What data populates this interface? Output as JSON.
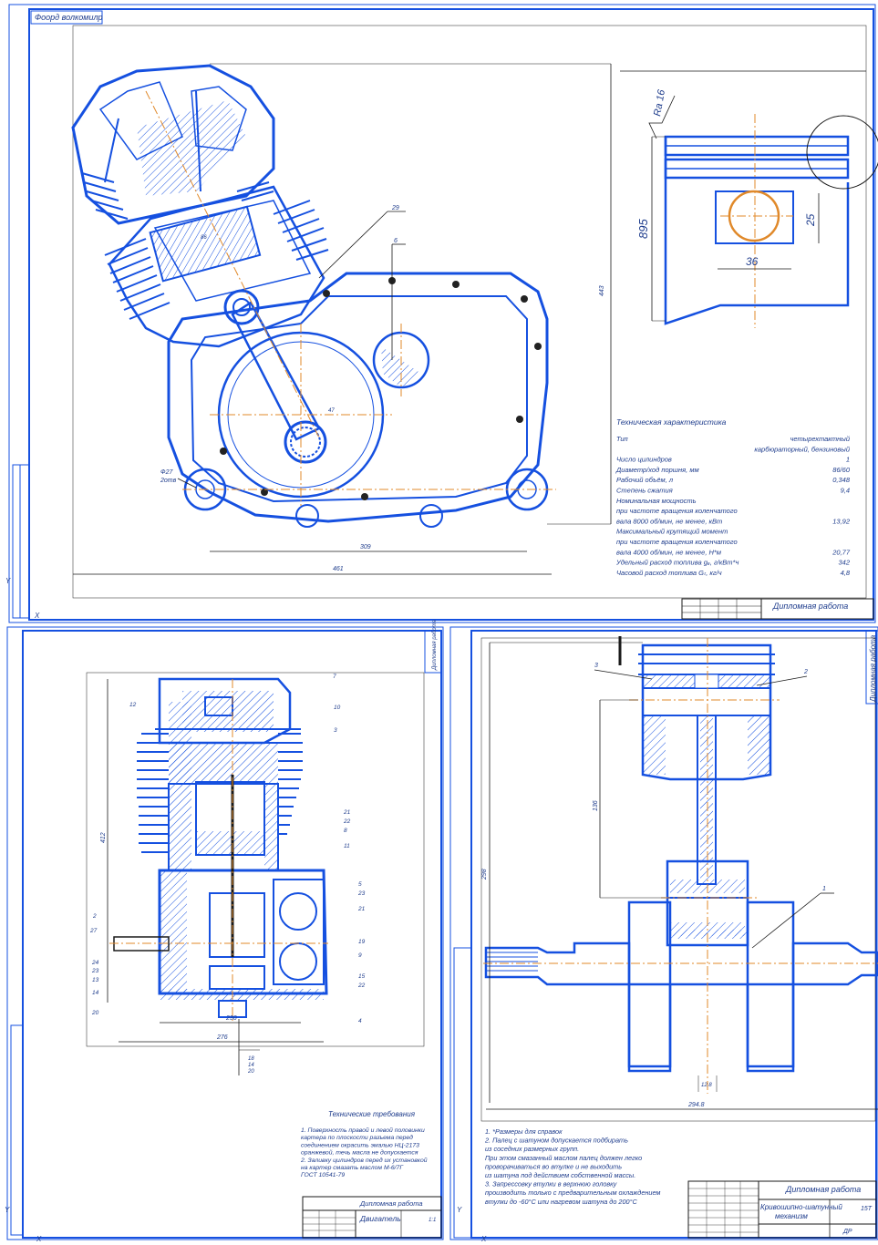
{
  "sheet1": {
    "stamp": "Фоорд волкомилр",
    "roughness": "Ra 16",
    "dimensions": {
      "height": "895",
      "pin_diameter": "25",
      "pin_width": "36",
      "width_lower": "309",
      "width_total": "461",
      "height_right": "443",
      "hole_callout_a": "Ф27",
      "hole_callout_b": "2отв",
      "callout_29": "29",
      "callout_6": "6",
      "dim_86": "86",
      "dim_47": "47"
    },
    "tech_title": "Техническая характеристика",
    "tech_rows": [
      {
        "label": "Тип",
        "value": "четырехтактный"
      },
      {
        "label": "",
        "value": "карбюраторный, бензиновый"
      },
      {
        "label": "Число цилиндров",
        "value": "1"
      },
      {
        "label": "Диаметр/ход поршня, мм",
        "value": "86/60"
      },
      {
        "label": "Рабочий объём, л",
        "value": "0,348"
      },
      {
        "label": "Степень сжатия",
        "value": "9,4"
      },
      {
        "label": "Номинальная мощность",
        "value": ""
      },
      {
        "label": "при частоте вращения коленчатого",
        "value": ""
      },
      {
        "label": "вала 8000 об/мин, не менее, кВт",
        "value": "13,92"
      },
      {
        "label": "Максимальный крутящий момент",
        "value": ""
      },
      {
        "label": "при частоте вращения коленчатого",
        "value": ""
      },
      {
        "label": "вала 4000 об/мин, не менее, Н*м",
        "value": "20,77"
      },
      {
        "label": "Удельный расход топлива gₑ, г/кВт*ч",
        "value": "342"
      },
      {
        "label": "Часовой расход топлива Gₜ, кг/ч",
        "value": "4,8"
      }
    ],
    "title_block": {
      "doc": "Дипломная работа"
    }
  },
  "sheet2": {
    "side_label": "Дипломная работа",
    "callouts": [
      "7",
      "12",
      "10",
      "3",
      "21",
      "22",
      "8",
      "2",
      "5",
      "23",
      "21",
      "19",
      "9",
      "27",
      "24",
      "23",
      "13",
      "14",
      "15",
      "20",
      "22",
      "4",
      "11"
    ],
    "dims": {
      "height": "412",
      "w1": "230",
      "w2": "276",
      "d1": "18",
      "d2": "14",
      "d3": "20"
    },
    "notes_title": "Технические требования",
    "notes": [
      "1. Поверхность правой и левой половинки",
      "картера по плоскости разъема перед",
      "соединением окрасить эмалью НЦ-2173",
      "оранжевой, течь масла не допускается",
      "2. Заливку цилиндров перед их установкой",
      "на картер смазать маслом М-6/7Г",
      "ГОСТ 10541-79"
    ],
    "title_block": {
      "doc": "Дипломная работа",
      "name": "Двигатель",
      "sheet": "1:1"
    }
  },
  "sheet3": {
    "side_label": "Дипломная работа",
    "callouts": [
      "3",
      "2",
      "1"
    ],
    "dims": {
      "height": "298",
      "mid": "136",
      "width": "294.8",
      "hub": "12.8"
    },
    "notes": [
      "1. *Размеры для справок",
      "2. Палец с шатуном допускается подбирать",
      "из соседних размерных групп.",
      "При этом смазанный маслом палец должен легко",
      "проворачиваться во втулке и не выходить",
      "из шатуна под действием собственной массы.",
      "3. Запрессовку втулки в верхнюю головку",
      "производить только с предварительным охлаждением",
      "втулки до -60°С или нагревом шатуна до 200°С"
    ],
    "title_block": {
      "doc": "Дипломная работа",
      "name1": "Кривошипно-шатунный",
      "name2": "механизм",
      "code": "15Т",
      "sheet": "ДР"
    }
  },
  "colors": {
    "line": "#1550e0",
    "ink": "#1a1a1a",
    "axis": "#e0892a",
    "text": "#1e3c8c"
  }
}
